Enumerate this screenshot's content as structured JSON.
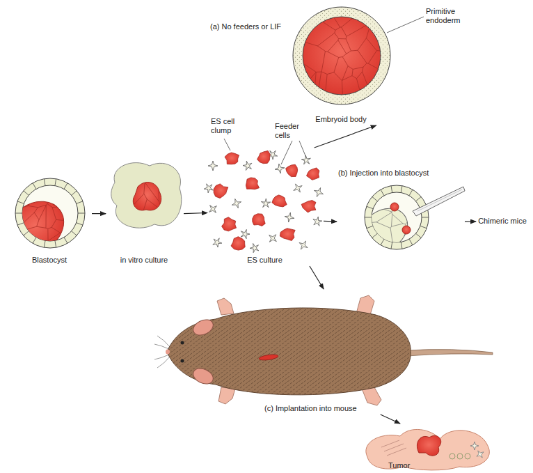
{
  "diagram": {
    "nodes": [
      {
        "text": [
          "Blastocyst"
        ]
      },
      {
        "text": [
          "in vitro culture"
        ]
      },
      {
        "text": [
          "ES culture"
        ]
      },
      {
        "text": [
          "Embryoid body"
        ]
      },
      {
        "text": [
          "(b) Injection into blastocyst"
        ]
      },
      {
        "text": [
          "Chimeric mice"
        ]
      },
      {
        "text": [
          "(c) Implantation into mouse"
        ]
      },
      {
        "text": [
          "Tumor"
        ]
      }
    ],
    "edges": [
      {
        "from": 0,
        "to": 1,
        "arrow": "to"
      },
      {
        "from": 1,
        "to": 2,
        "arrow": "to"
      },
      {
        "from": 2,
        "to": 3,
        "label": "(a) No feeders or LIF",
        "arrow": "to"
      },
      {
        "from": 2,
        "to": 4,
        "arrow": "to"
      },
      {
        "from": 4,
        "to": 5,
        "arrow": "to"
      },
      {
        "from": 2,
        "to": 6,
        "arrow": "to"
      },
      {
        "from": 6,
        "to": 7,
        "arrow": "to"
      }
    ],
    "labels": [
      "ES cell clump",
      "Feeder cells",
      "Primitive endoderm"
    ]
  }
}
